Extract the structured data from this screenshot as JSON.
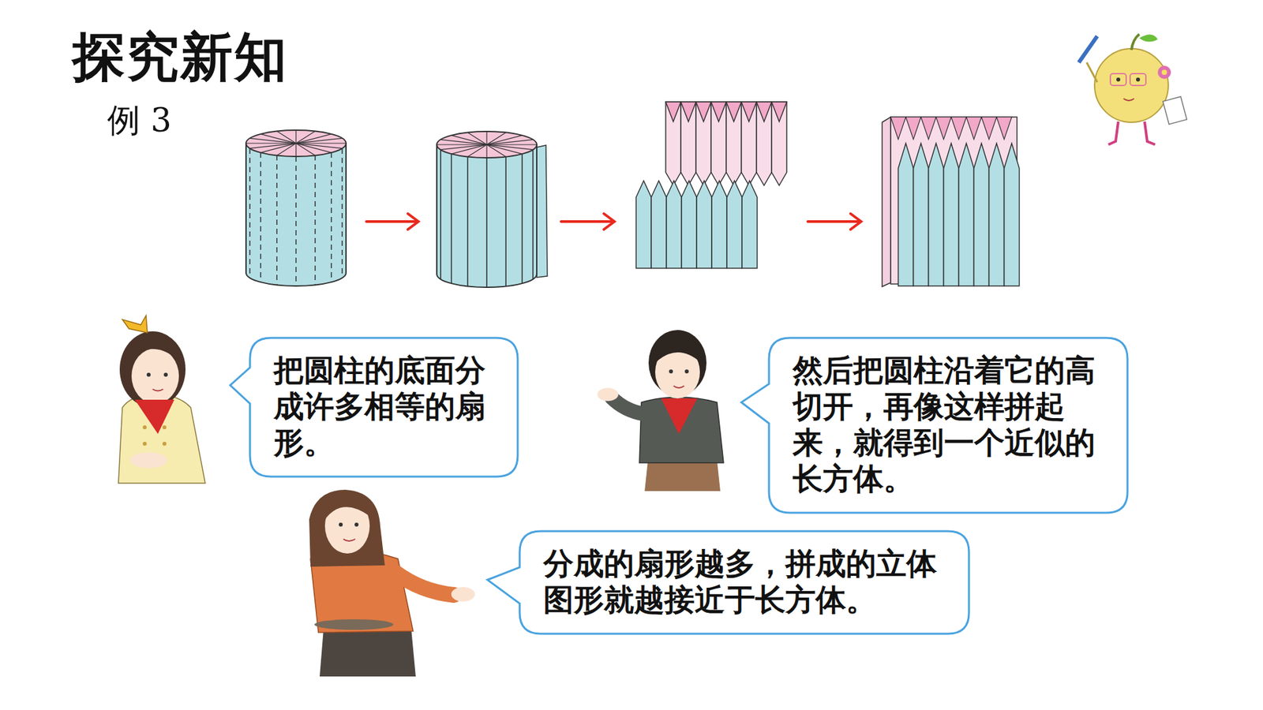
{
  "diagram": {
    "title": "探究新知",
    "nodes": [
      {
        "text": [
          "把圆柱的底面分成许多相等的扇形。"
        ]
      },
      {
        "text": [
          "然后把圆柱沿着它的高切开，再像这样拼起来，就得到一个近似的长方体。"
        ]
      },
      {
        "text": [
          "分成的扇形越多，拼成的立体图形就越接近于长方体。"
        ]
      }
    ],
    "labels": [
      "例 3"
    ]
  }
}
